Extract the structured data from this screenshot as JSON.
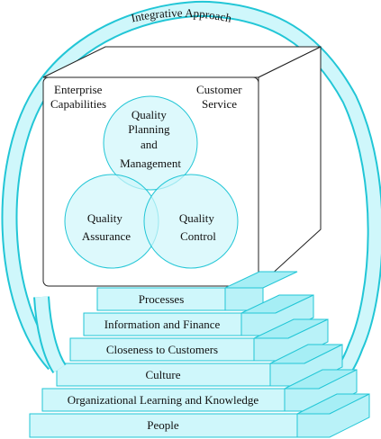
{
  "title": "Integrative Approach",
  "cube": {
    "top_left_label": [
      "Enterprise",
      "Capabilities"
    ],
    "top_right_label": [
      "Customer",
      "Service"
    ]
  },
  "circles": {
    "top": [
      "Quality",
      "Planning",
      "and",
      "Management"
    ],
    "left": [
      "Quality",
      "Assurance"
    ],
    "right": [
      "Quality",
      "Control"
    ]
  },
  "steps": [
    "Processes",
    "Information and Finance",
    "Closeness to Customers",
    "Culture",
    "Organizational Learning and Knowledge",
    "People"
  ],
  "colors": {
    "fill": "#cff7fb",
    "fill_dark": "#a6eef5",
    "stroke": "#22c6d6",
    "outline": "#222222"
  }
}
